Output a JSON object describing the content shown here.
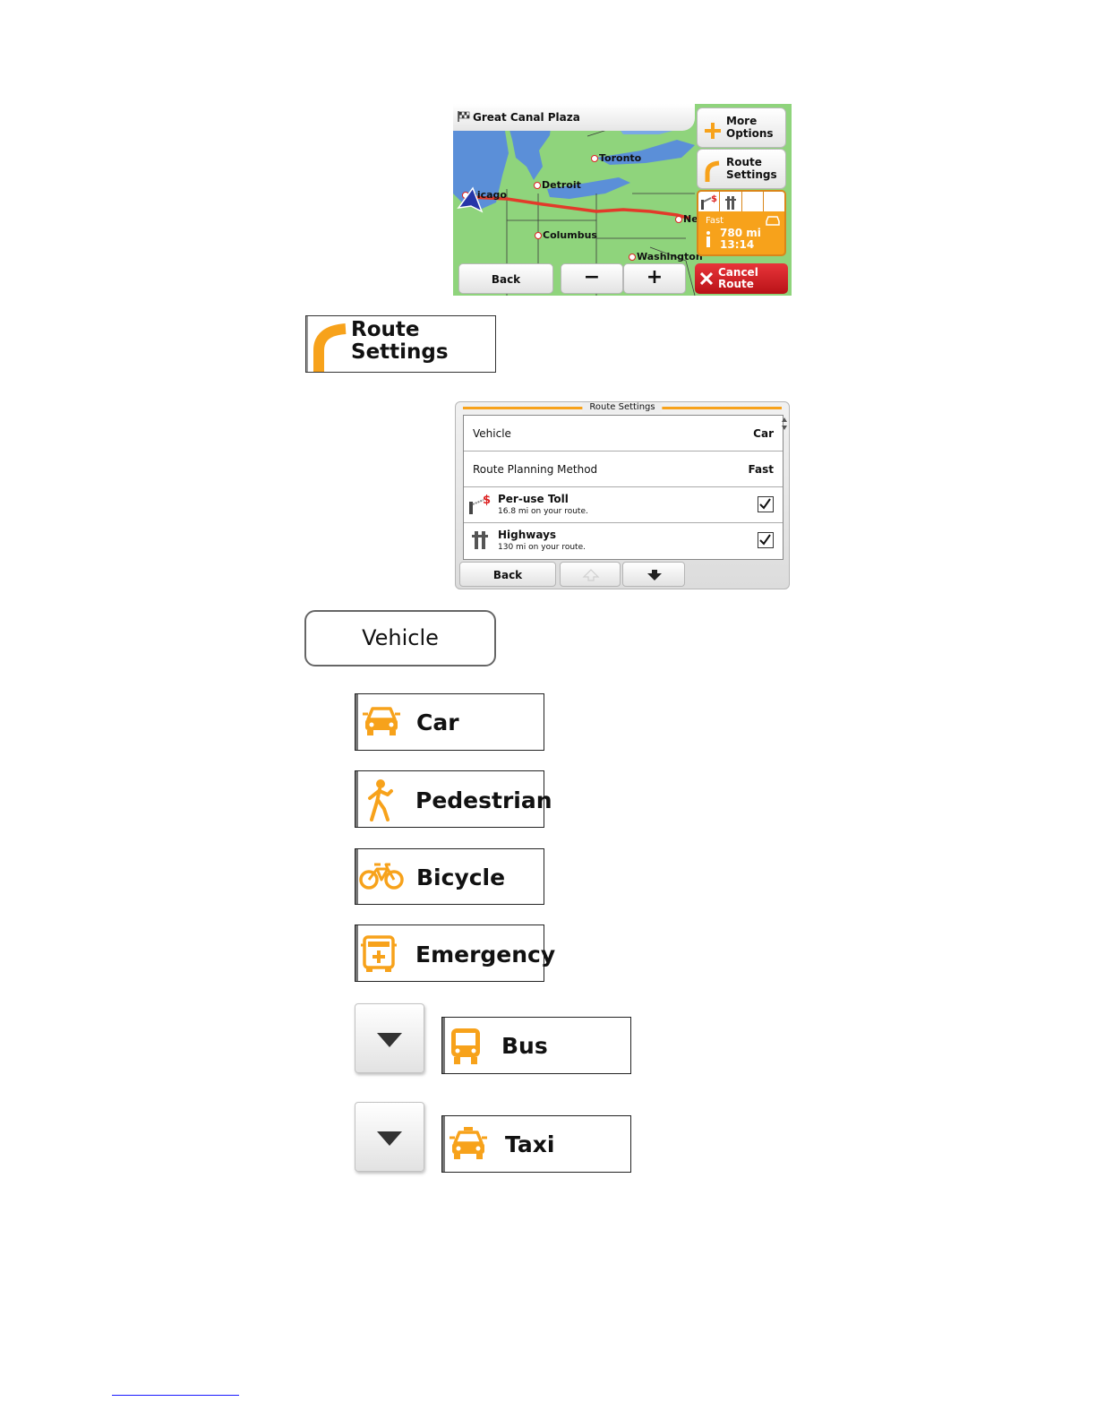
{
  "map_screen": {
    "destination": "Great Canal Plaza",
    "cities": {
      "toronto": "Toronto",
      "detroit": "Detroit",
      "chicago": "hicago",
      "columbus": "Columbus",
      "washington": "Washington",
      "new_york": "Ne"
    },
    "more_options_label": "More Options",
    "route_settings_label": "Route Settings",
    "route_method": "Fast",
    "distance": "780  mi",
    "time": "13:14",
    "back_label": "Back",
    "zoom_out_label": "−",
    "zoom_in_label": "+",
    "cancel_route_label": "Cancel Route"
  },
  "route_settings_button": {
    "label": "Route Settings"
  },
  "route_settings_screen": {
    "title": "Route Settings",
    "rows": {
      "vehicle": {
        "label": "Vehicle",
        "value": "Car"
      },
      "method": {
        "label": "Route Planning Method",
        "value": "Fast"
      },
      "toll": {
        "title": "Per-use Toll",
        "detail": "16.8 mi on your route."
      },
      "highways": {
        "title": "Highways",
        "detail": "130 mi on your route."
      }
    },
    "back_label": "Back"
  },
  "vehicle_button": {
    "label": "Vehicle"
  },
  "vehicle_options": {
    "car": "Car",
    "pedestrian": "Pedestrian",
    "bicycle": "Bicycle",
    "emergency": "Emergency",
    "bus": "Bus",
    "taxi": "Taxi"
  },
  "colors": {
    "accent_orange": "#f7a21b",
    "cancel_red": "#d21b20",
    "map_land": "#8fd47c",
    "map_water": "#5b8fd8",
    "route_line": "#e23a2a"
  }
}
